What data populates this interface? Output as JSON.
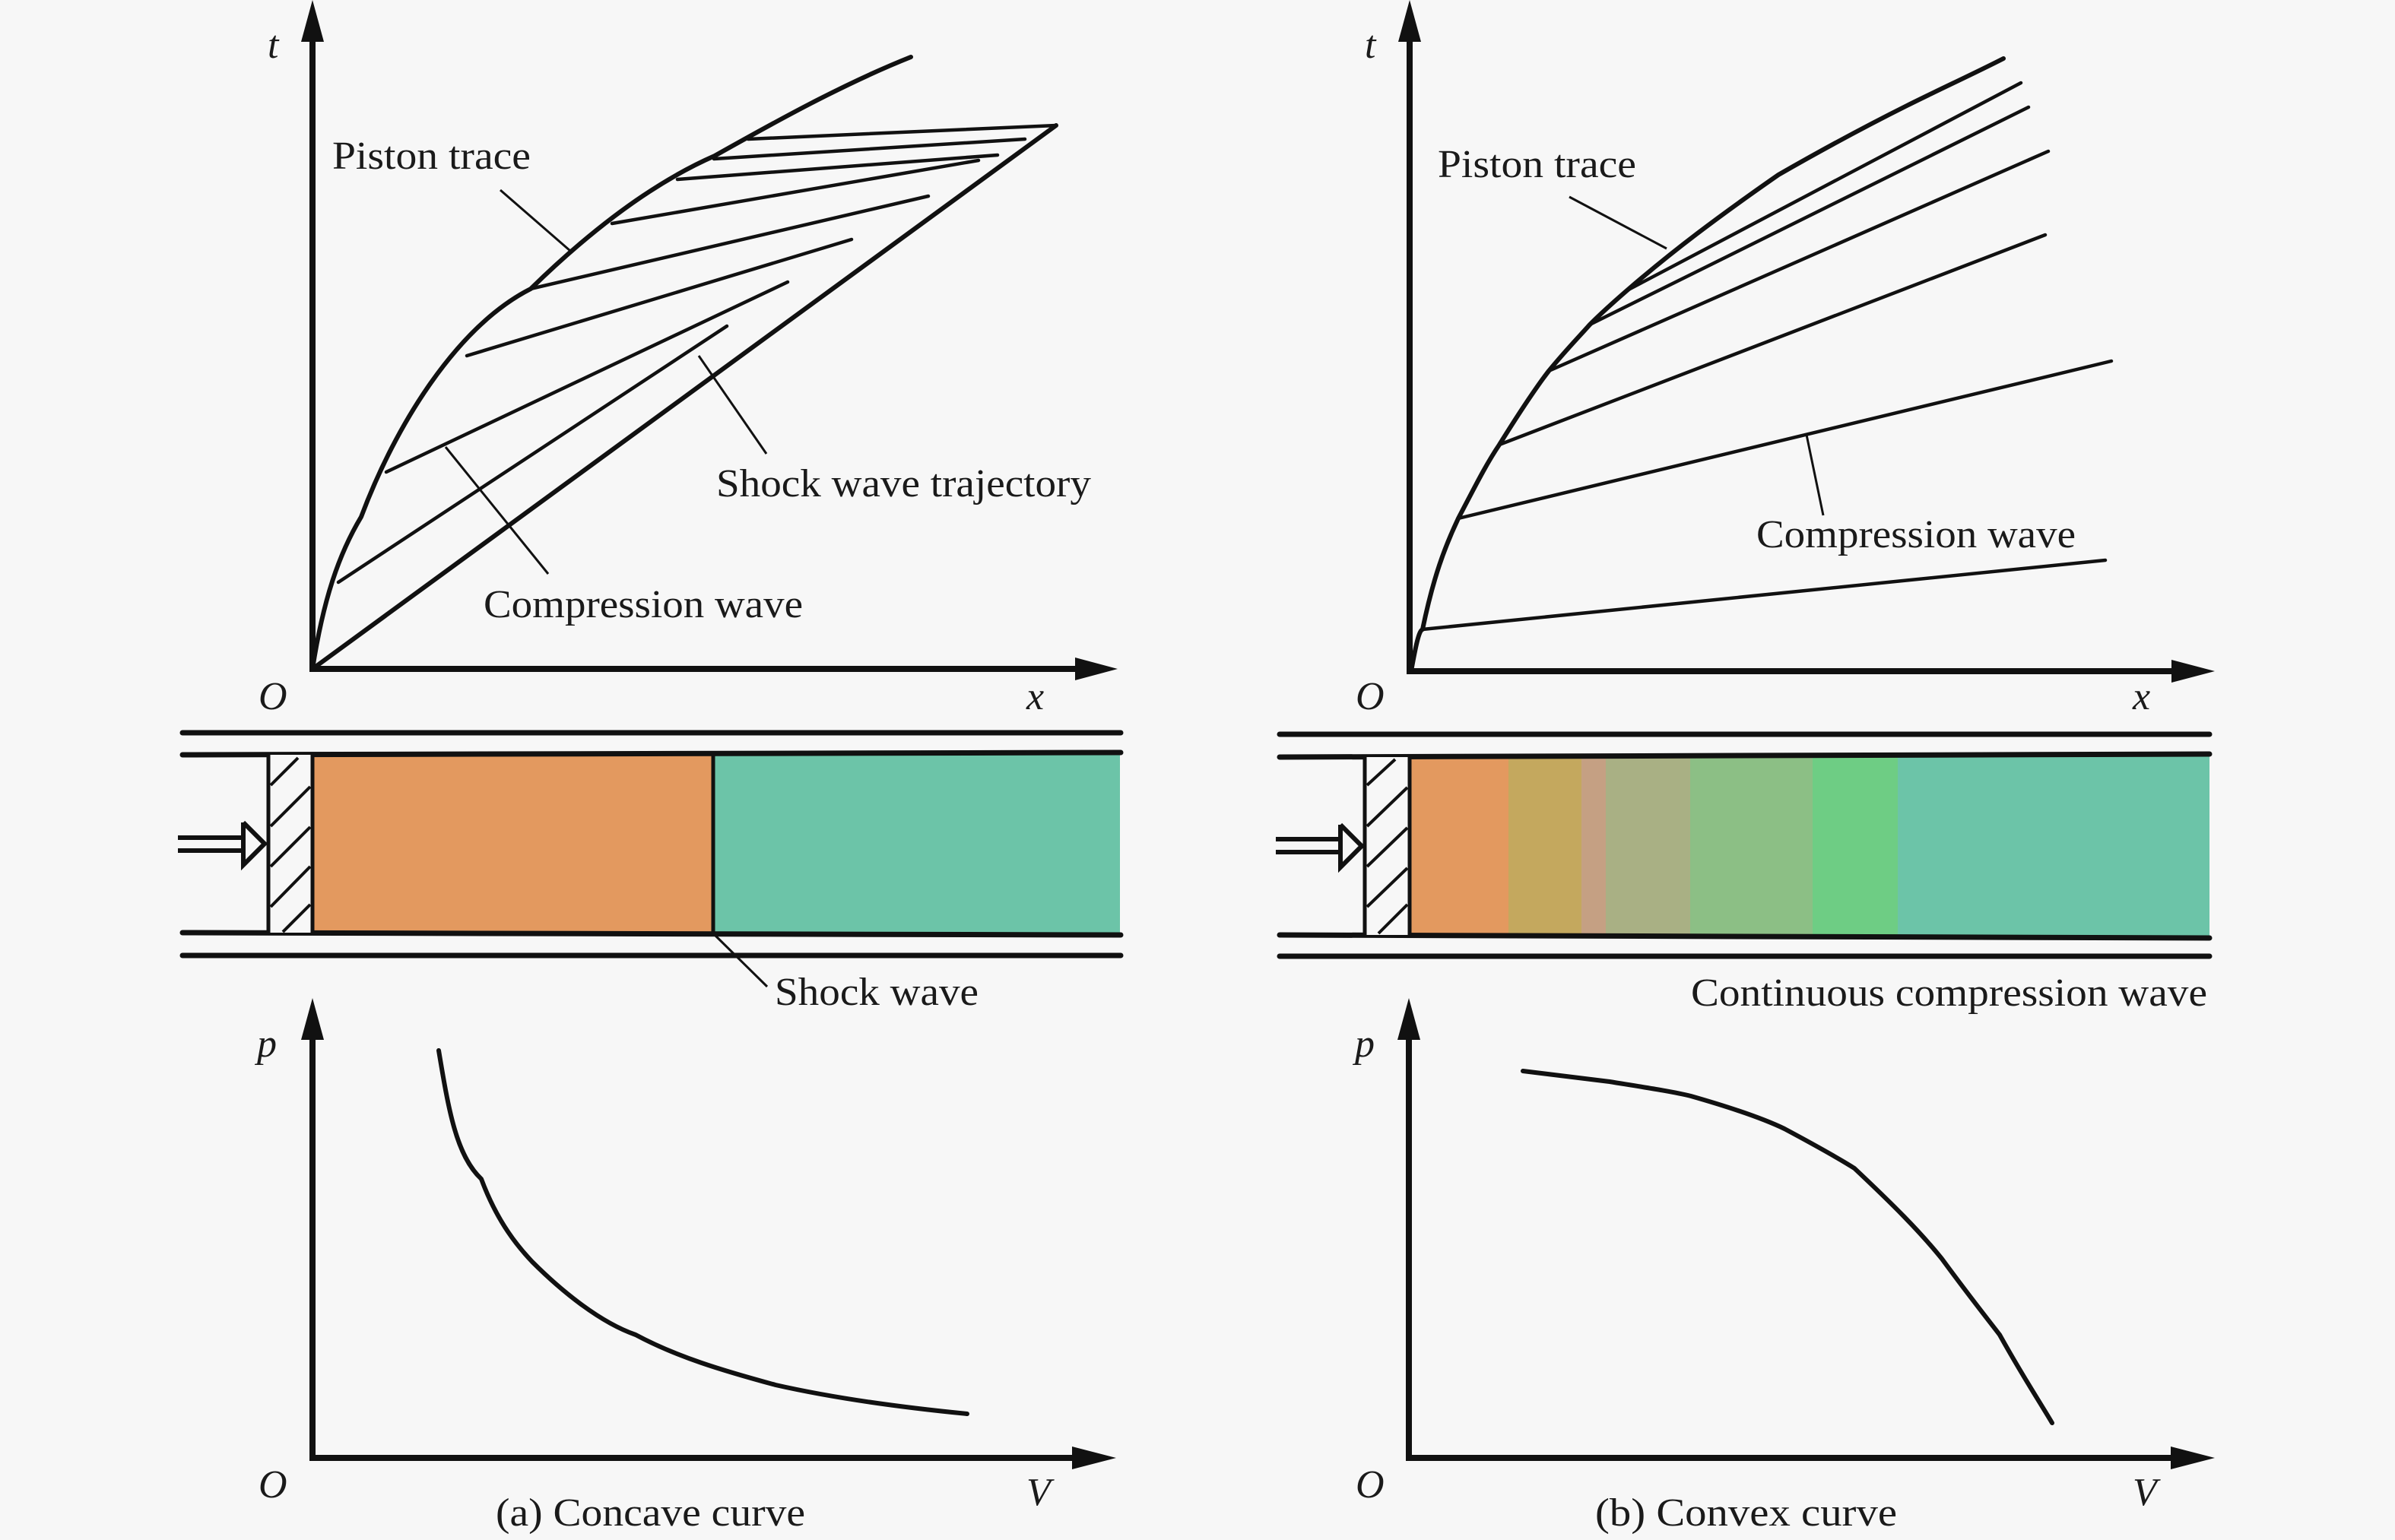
{
  "figure": {
    "panel_a": {
      "caption": "(a) Concave curve",
      "xt_diagram": {
        "t_axis_label": "t",
        "x_axis_label": "x",
        "origin_label": "O",
        "piston_trace_label": "Piston trace",
        "shock_trajectory_label": "Shock wave trajectory",
        "compression_wave_label": "Compression wave",
        "compression_wave_count": 8,
        "note": "compression waves converge onto a single shock trajectory"
      },
      "tube": {
        "shock_label": "Shock wave",
        "regions": [
          {
            "name": "compressed-gas",
            "color": "#E3995F"
          },
          {
            "name": "undisturbed-gas",
            "color": "#6CC4A8"
          }
        ]
      },
      "pv_diagram": {
        "p_axis_label": "p",
        "v_axis_label": "V",
        "origin_label": "O",
        "curve_shape": "concave"
      }
    },
    "panel_b": {
      "caption": "(b) Convex curve",
      "xt_diagram": {
        "t_axis_label": "t",
        "x_axis_label": "x",
        "origin_label": "O",
        "piston_trace_label": "Piston trace",
        "compression_wave_label": "Compression wave",
        "compression_wave_count": 6,
        "note": "compression waves diverge; no shock forms"
      },
      "tube": {
        "wave_label": "Continuous compression wave",
        "regions": [
          {
            "name": "band-1",
            "color": "#E3995F"
          },
          {
            "name": "band-2",
            "color": "#C4A85E"
          },
          {
            "name": "band-3",
            "color": "#C5A083"
          },
          {
            "name": "band-4",
            "color": "#A9B084"
          },
          {
            "name": "band-5",
            "color": "#8CBF85"
          },
          {
            "name": "band-6",
            "color": "#6ECD84"
          },
          {
            "name": "band-7",
            "color": "#6CC4A8"
          }
        ]
      },
      "pv_diagram": {
        "p_axis_label": "p",
        "v_axis_label": "V",
        "origin_label": "O",
        "curve_shape": "convex"
      }
    }
  }
}
